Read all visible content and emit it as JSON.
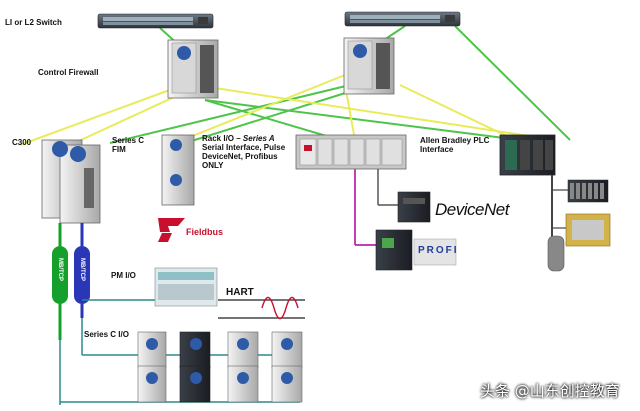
{
  "labels": {
    "switch": "LI or L2 Switch",
    "firewall": "Control Firewall",
    "c300": "C300",
    "fim_line1": "Series C",
    "fim_line2": "FIM",
    "rackio_line1_pre": "Rack I/O – ",
    "rackio_line1_italic": "Series A",
    "rackio_line2": "Serial Interface, Pulse",
    "rackio_line3": "DeviceNet, Profibus",
    "rackio_line4": "ONLY",
    "ab_line1": "Allen Bradley PLC",
    "ab_line2": "Interface",
    "pm_io": "PM I/O",
    "series_c_io": "Series C I/O",
    "hart": "HART",
    "cable_green": "MB/TCP",
    "cable_blue": "MB/TCP"
  },
  "brands": {
    "devicenet": "DeviceNet",
    "fieldbus": "Fieldbus",
    "profibus": "PROFI"
  },
  "watermark": "头条 @山东创控教育",
  "colors": {
    "network_green": "#4ec44a",
    "network_yellow": "#e8ec5a",
    "cable_green": "#14a02a",
    "cable_blue": "#2a36b8",
    "magenta": "#c040b8",
    "io_link": "#2a8a8c"
  }
}
